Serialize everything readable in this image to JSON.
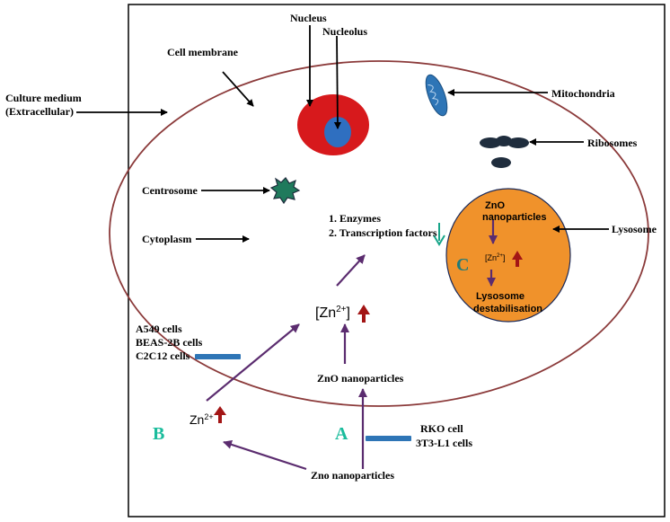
{
  "labels": {
    "culture_medium_1": "Culture medium",
    "culture_medium_2": "(Extracellular)",
    "cell_membrane": "Cell membrane",
    "nucleus": "Nucleus",
    "nucleolus": "Nucleolus",
    "mitochondria": "Mitochondria",
    "ribosomes": "Ribosomes",
    "centrosome": "Centrosome",
    "cytoplasm": "Cytoplasm",
    "enzymes": "1. Enzymes",
    "transcription_factors": "2. Transcription factors",
    "lysosome": "Lysosome",
    "lyso_zno_1": "ZnO",
    "lyso_zno_2": "nanoparticles",
    "lyso_zn": "[Zn",
    "lyso_zn_sup": "2+",
    "lyso_zn_close": "]",
    "lyso_dest_1": "Lysosome",
    "lyso_dest_2": "destabilisation",
    "letter_c": "C",
    "zn_bracket": "[Zn",
    "zn_bracket_sup": "2+",
    "zn_bracket_close": "]",
    "zno_inside": "ZnO  nanoparticles",
    "cells_b_1": "A549 cells",
    "cells_b_2": "BEAS-2B  cells",
    "cells_b_3": "C2C12 cells",
    "zn_b": "Zn",
    "zn_b_sup": "2+",
    "letter_b": "B",
    "letter_a": "A",
    "cells_a_1": "RKO cell",
    "cells_a_2": "3T3-L1 cells",
    "zno_outside": "Zno nanoparticles"
  },
  "colors": {
    "membrane": "#8b3a3a",
    "nucleus": "#d7191c",
    "nucleolus": "#2f6fc0",
    "lysosome_fill": "#f0922b",
    "organelle_blue": "#2e75b6",
    "ribosome": "#1f2d3d",
    "purple_arrow": "#5b2c6f",
    "red_arrow": "#a31515",
    "green_arrow": "#17a589",
    "bar_blue": "#2e75b6",
    "letter_teal": "#1abc9c"
  }
}
